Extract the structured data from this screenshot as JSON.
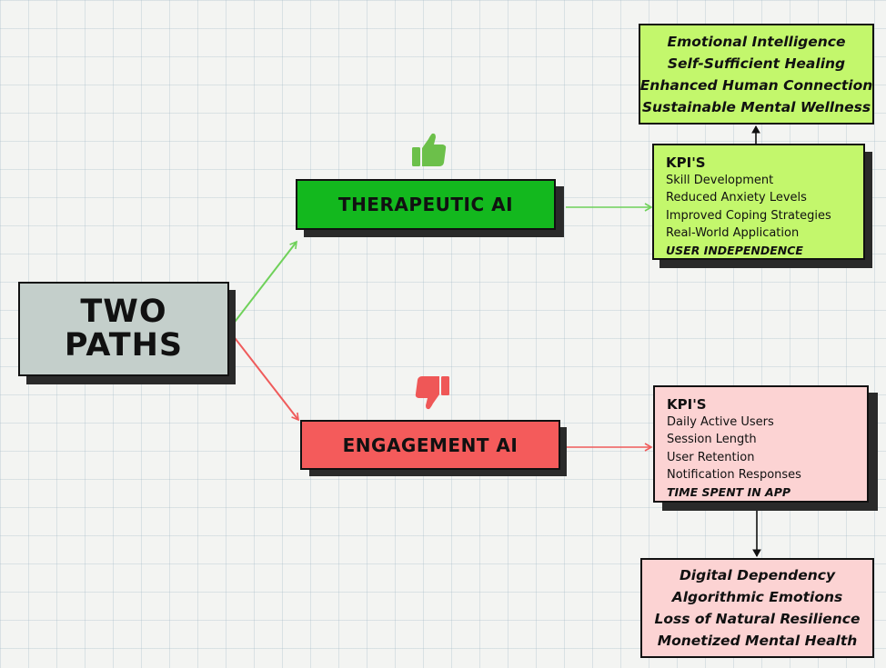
{
  "center": {
    "title": "TWO\nPATHS"
  },
  "therapeutic": {
    "label": "THERAPEUTIC AI",
    "color": "#13b81e",
    "icon": "thumbs-up-icon"
  },
  "engagement": {
    "label": "ENGAGEMENT AI",
    "color": "#f45b5b",
    "icon": "thumbs-down-icon"
  },
  "therapeutic_kpis": {
    "title": "KPI'S",
    "items": [
      "Skill Development",
      "Reduced Anxiety Levels",
      "Improved Coping Strategies",
      "Real-World Application"
    ],
    "emphasis": "USER INDEPENDENCE"
  },
  "engagement_kpis": {
    "title": "KPI'S",
    "items": [
      "Daily Active Users",
      "Session Length",
      "User Retention",
      "Notification Responses"
    ],
    "emphasis": "TIME SPENT IN APP"
  },
  "therapeutic_outcomes": [
    "Emotional Intelligence",
    "Self-Sufficient Healing",
    "Enhanced Human Connection",
    "Sustainable Mental Wellness"
  ],
  "engagement_outcomes": [
    "Digital Dependency",
    "Algorithmic Emotions",
    "Loss of Natural Resilience",
    "Monetized Mental Health"
  ],
  "colors": {
    "green_arrow": "#6fd15a",
    "red_arrow": "#ef5b5b",
    "green_box": "#c3f76c",
    "pink_box": "#fcd3d3"
  }
}
